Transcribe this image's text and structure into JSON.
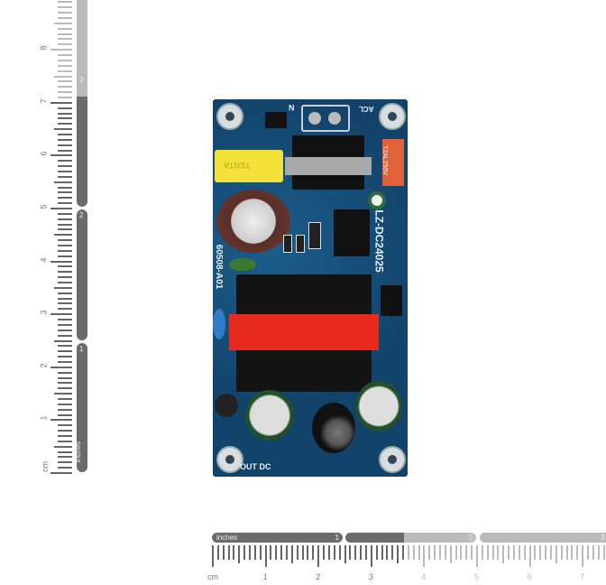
{
  "vertical_ruler": {
    "unit_cm": "cm",
    "cm_labels": [
      "1",
      "2",
      "3",
      "4",
      "5",
      "6",
      "7",
      "8"
    ],
    "inch_label": "inches",
    "inch_numbers": [
      "1",
      "2",
      "3"
    ]
  },
  "horizontal_ruler": {
    "unit_cm": "cm",
    "cm_labels": [
      "1",
      "2",
      "3",
      "4",
      "5",
      "6",
      "7"
    ],
    "inch_label": "inches",
    "inch_numbers": [
      "1",
      "2",
      "3"
    ]
  },
  "board": {
    "model": "LZ-DC24025",
    "part_no": "60508-A01",
    "output_label": "OUT DC",
    "input_label": "ACL",
    "input_n": "N",
    "cap_brand": "TENTA",
    "fuse_text": "T2AL250V"
  },
  "colors": {
    "pcb": "#12436a",
    "transformer_tape": "#e8291f",
    "x_cap": "#f2e23a"
  }
}
